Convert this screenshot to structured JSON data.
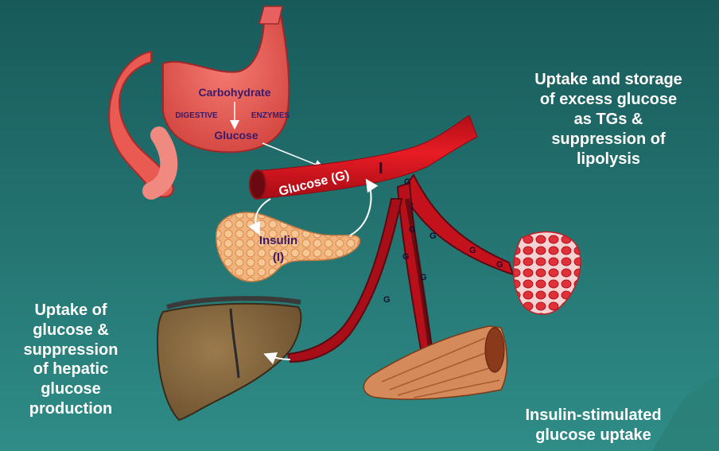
{
  "stomach": {
    "carbohydrate": "Carbohydrate",
    "digestive": "DIGESTIVE",
    "enzymes": "ENZYMES",
    "glucose": "Glucose"
  },
  "vessel": {
    "glucose_label": "Glucose (G)",
    "insulin_mark": "I",
    "g": "G"
  },
  "pancreas": {
    "insulin_line1": "Insulin",
    "insulin_line2": "(I)"
  },
  "captions": {
    "adipose": [
      "Uptake and storage",
      "of excess glucose",
      "as TGs &",
      "suppression of",
      "lipolysis"
    ],
    "liver": [
      "Uptake of",
      "glucose &",
      "suppression",
      "of hepatic",
      "glucose",
      "production"
    ],
    "muscle": [
      "Insulin-stimulated",
      "glucose uptake"
    ]
  },
  "colors": {
    "background_top": "#1a5a5a",
    "background_bottom": "#2e8a85",
    "vessel_red": "#d9141e",
    "vessel_dark": "#5a0a12",
    "caption_text": "#ffffff",
    "organ_label": "#3a1a6a"
  }
}
